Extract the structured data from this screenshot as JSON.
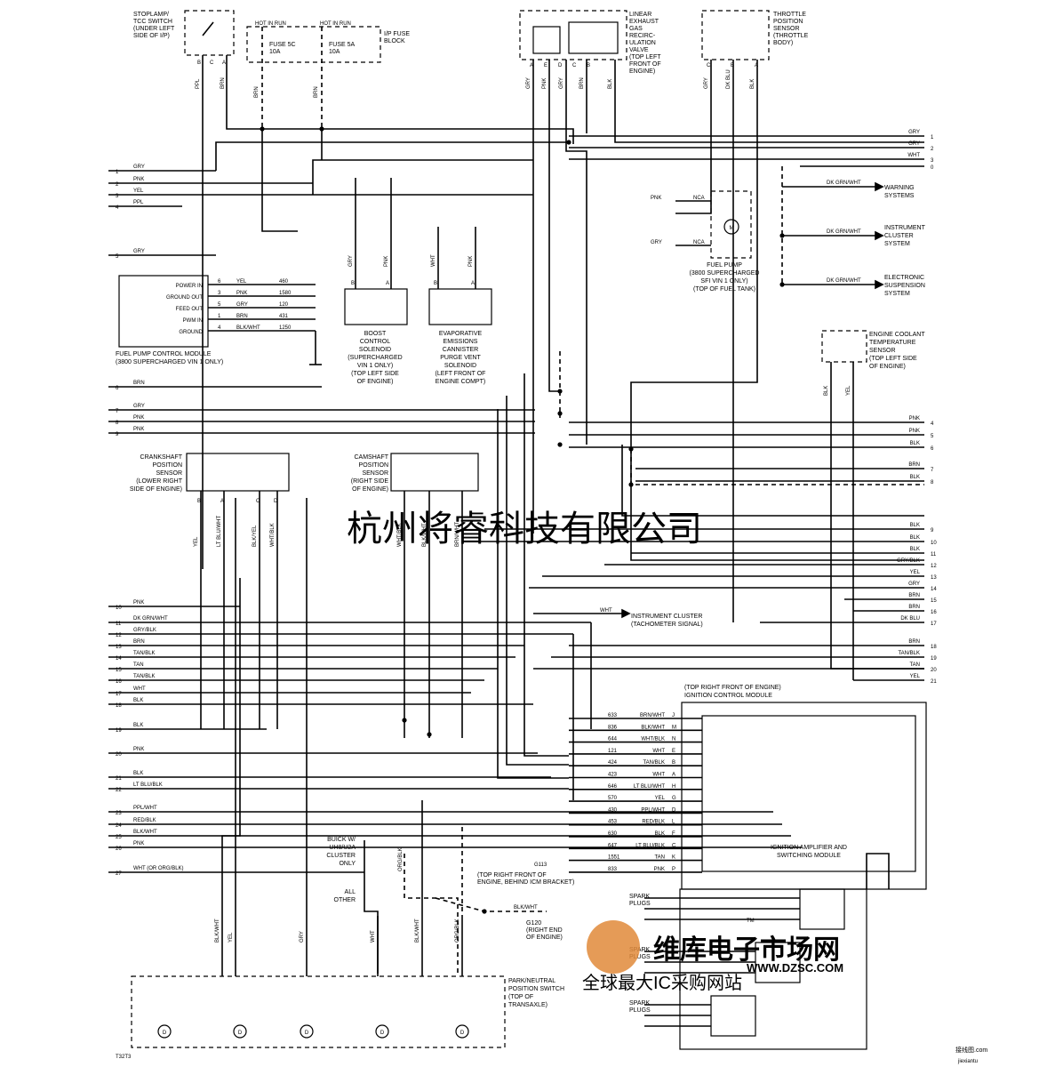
{
  "components": {
    "stoplamp_switch": [
      "STOPLAMP/",
      "TCC SWITCH",
      "(UNDER LEFT",
      "SIDE OF I/P)"
    ],
    "hot_in_run_1": "HOT IN RUN",
    "hot_in_run_2": "HOT IN RUN",
    "fuse_5c": [
      "FUSE 5C",
      "10A"
    ],
    "fuse_5a": [
      "FUSE 5A",
      "10A"
    ],
    "ip_fuse_block": [
      "I/P FUSE",
      "BLOCK"
    ],
    "egr_valve": [
      "LINEAR",
      "EXHAUST",
      "GAS",
      "RECIRC-",
      "ULATION",
      "VALVE",
      "(TOP LEFT",
      "FRONT OF",
      "ENGINE)"
    ],
    "tps": [
      "THROTTLE",
      "POSITION",
      "SENSOR",
      "(THROTTLE",
      "BODY)"
    ],
    "fuel_pump_module": [
      "FUEL PUMP CONTROL MODULE",
      "(3800 SUPERCHARGED VIN 1 ONLY)"
    ],
    "fuel_pump_module_pins": [
      "POWER IN",
      "GROUND OUT",
      "FEED OUT",
      "PWM IN",
      "GROUND"
    ],
    "boost_solenoid": [
      "BOOST",
      "CONTROL",
      "SOLENOID",
      "(SUPERCHARGED",
      "VIN 1 ONLY)",
      "(TOP LEFT SIDE",
      "OF ENGINE)"
    ],
    "evap_solenoid": [
      "EVAPORATIVE",
      "EMISSIONS",
      "CANNISTER",
      "PURGE VENT",
      "SOLENOID",
      "(LEFT FRONT OF",
      "ENGINE COMPT)"
    ],
    "fuel_pump": [
      "FUEL PUMP",
      "(3800 SUPERCHARGED",
      "SFI VIN 1 ONLY)",
      "(TOP OF FUEL TANK)"
    ],
    "nca": "NCA",
    "warning_systems": [
      "WARNING",
      "SYSTEMS"
    ],
    "instrument_cluster_system": [
      "INSTRUMENT",
      "CLUSTER",
      "SYSTEM"
    ],
    "electronic_suspension": [
      "ELECTRONIC",
      "SUSPENSION",
      "SYSTEM"
    ],
    "ect_sensor": [
      "ENGINE COOLANT",
      "TEMPERATURE",
      "SENSOR",
      "(TOP LEFT SIDE",
      "OF ENGINE)"
    ],
    "crankshaft_sensor": [
      "CRANKSHAFT",
      "POSITION",
      "SENSOR",
      "(LOWER RIGHT",
      "SIDE OF ENGINE)"
    ],
    "camshaft_sensor": [
      "CAMSHAFT",
      "POSITION",
      "SENSOR",
      "(RIGHT SIDE",
      "OF ENGINE)"
    ],
    "tach_signal": [
      "INSTRUMENT CLUSTER",
      "(TACHOMETER SIGNAL)"
    ],
    "icm": [
      "(TOP RIGHT FRONT OF ENGINE)",
      "IGNITION CONTROL MODULE"
    ],
    "ignition_amp": [
      "IGNITION AMPLIFIER AND",
      "SWITCHING MODULE"
    ],
    "buick_cluster": [
      "BUICK W/",
      "UH8/U2A",
      "CLUSTER",
      "ONLY"
    ],
    "all_other": [
      "ALL",
      "OTHER"
    ],
    "g113": [
      "G113",
      "(TOP RIGHT FRONT OF",
      "ENGINE, BEHIND ICM BRACKET)"
    ],
    "g120": [
      "G120",
      "(RIGHT END",
      "OF ENGINE)"
    ],
    "pnp_switch": [
      "PARK/NEUTRAL",
      "POSITION SWITCH",
      "(TOP OF",
      "TRANSAXLE)"
    ],
    "spark_plugs": [
      "SPARK",
      "PLUGS"
    ],
    "figure_id": "T32T3"
  },
  "left_wires": [
    {
      "num": "1",
      "color": "GRY"
    },
    {
      "num": "2",
      "color": "PNK"
    },
    {
      "num": "3",
      "color": "YEL"
    },
    {
      "num": "4",
      "color": "PPL"
    },
    {
      "num": "5",
      "color": "GRY"
    },
    {
      "num": "6",
      "color": "BRN"
    },
    {
      "num": "7",
      "color": "GRY"
    },
    {
      "num": "8",
      "color": "PNK"
    },
    {
      "num": "9",
      "color": "PNK"
    },
    {
      "num": "10",
      "color": "PNK"
    },
    {
      "num": "11",
      "color": "DK GRN/WHT"
    },
    {
      "num": "12",
      "color": "GRY/BLK"
    },
    {
      "num": "13",
      "color": "BRN"
    },
    {
      "num": "14",
      "color": "TAN/BLK"
    },
    {
      "num": "15",
      "color": "TAN"
    },
    {
      "num": "16",
      "color": "TAN/BLK"
    },
    {
      "num": "17",
      "color": "WHT"
    },
    {
      "num": "18",
      "color": "BLK"
    },
    {
      "num": "19",
      "color": "BLK"
    },
    {
      "num": "20",
      "color": "PNK"
    },
    {
      "num": "21",
      "color": "BLK"
    },
    {
      "num": "22",
      "color": "LT BLU/BLK"
    },
    {
      "num": "23",
      "color": "PPL/WHT"
    },
    {
      "num": "24",
      "color": "RED/BLK"
    },
    {
      "num": "25",
      "color": "BLK/WHT"
    },
    {
      "num": "26",
      "color": "PNK"
    },
    {
      "num": "27",
      "color": "WHT (OR ORG/BLK)"
    }
  ],
  "right_wires": [
    {
      "num": "1",
      "color": "GRY"
    },
    {
      "num": "2",
      "color": "GRY"
    },
    {
      "num": "3",
      "color": "WHT"
    },
    {
      "num": "4",
      "color": "PNK"
    },
    {
      "num": "5",
      "color": "PNK"
    },
    {
      "num": "6",
      "color": "BLK"
    },
    {
      "num": "7",
      "color": "BRN"
    },
    {
      "num": "8",
      "color": "BLK"
    },
    {
      "num": "9",
      "color": "BLK"
    },
    {
      "num": "10",
      "color": "BLK"
    },
    {
      "num": "11",
      "color": "BLK"
    },
    {
      "num": "12",
      "color": "GRY/BLK"
    },
    {
      "num": "13",
      "color": "YEL"
    },
    {
      "num": "14",
      "color": "GRY"
    },
    {
      "num": "15",
      "color": "BRN"
    },
    {
      "num": "16",
      "color": "BRN"
    },
    {
      "num": "17",
      "color": "DK BLU"
    },
    {
      "num": "18",
      "color": "BRN"
    },
    {
      "num": "19",
      "color": "TAN/BLK"
    },
    {
      "num": "20",
      "color": "TAN"
    },
    {
      "num": "21",
      "color": "YEL"
    }
  ],
  "fuel_pump_module_wires": [
    {
      "pin": "6",
      "color": "YEL",
      "circuit": "460"
    },
    {
      "pin": "3",
      "color": "PNK",
      "circuit": "1580"
    },
    {
      "pin": "5",
      "color": "GRY",
      "circuit": "120"
    },
    {
      "pin": "1",
      "color": "BRN",
      "circuit": "431"
    },
    {
      "pin": "4",
      "color": "BLK/WHT",
      "circuit": "1250"
    }
  ],
  "icm_pins": [
    {
      "circuit": "633",
      "color": "BRN/WHT",
      "pin": "J"
    },
    {
      "circuit": "836",
      "color": "BLK/WHT",
      "pin": "M"
    },
    {
      "circuit": "644",
      "color": "WHT/BLK",
      "pin": "N"
    },
    {
      "circuit": "121",
      "color": "WHT",
      "pin": "E"
    },
    {
      "circuit": "424",
      "color": "TAN/BLK",
      "pin": "B"
    },
    {
      "circuit": "423",
      "color": "WHT",
      "pin": "A"
    },
    {
      "circuit": "646",
      "color": "LT BLU/WHT",
      "pin": "H"
    },
    {
      "circuit": "570",
      "color": "YEL",
      "pin": "G"
    },
    {
      "circuit": "430",
      "color": "PPL/WHT",
      "pin": "D"
    },
    {
      "circuit": "453",
      "color": "RED/BLK",
      "pin": "L"
    },
    {
      "circuit": "630",
      "color": "BLK",
      "pin": "F"
    },
    {
      "circuit": "647",
      "color": "LT BLU/BLK",
      "pin": "C"
    },
    {
      "circuit": "1551",
      "color": "TAN",
      "pin": "K"
    },
    {
      "circuit": "833",
      "color": "PNK",
      "pin": "P"
    }
  ],
  "top_wire_labels": {
    "stoplamp": [
      "PPL",
      "BRN"
    ],
    "fuses": [
      "BRN",
      "BRN"
    ],
    "egr": [
      "GRY",
      "PNK",
      "GRY",
      "BRN",
      "BLK"
    ],
    "tps": [
      "GRY",
      "DK BLU",
      "BLK"
    ],
    "boost": [
      "GRY",
      "PNK"
    ],
    "evap": [
      "WHT",
      "PNK"
    ],
    "ect": [
      "BLK",
      "YEL"
    ],
    "fuel_pump": [
      "PNK",
      "GRY"
    ],
    "dk_grn_wht": "DK GRN/WHT",
    "tach_wire": "WHT",
    "g120_wire": "BLK/WHT",
    "org_blk": "ORG/BLK"
  },
  "sensor_wire_labels": {
    "crank": [
      "YEL",
      "LT BLU/WHT",
      "BLK/YEL",
      "WHT/BLK"
    ],
    "cam": [
      "WHT/BLK",
      "BLK/WHT",
      "BRN/WHT"
    ]
  },
  "pnp_labels": [
    "BLK/WHT",
    "YEL",
    "GRY",
    "WHT",
    "BLK/WHT",
    "ORG/BLK"
  ],
  "watermarks": {
    "company": "杭州将睿科技有限公司",
    "brand": "维库电子市场网",
    "url": "WWW.DZSC.COM",
    "slogan": "全球最大IC采购网站",
    "tm": "TM",
    "corner": "接线图.com",
    "corner_url": "jiexiantu"
  }
}
